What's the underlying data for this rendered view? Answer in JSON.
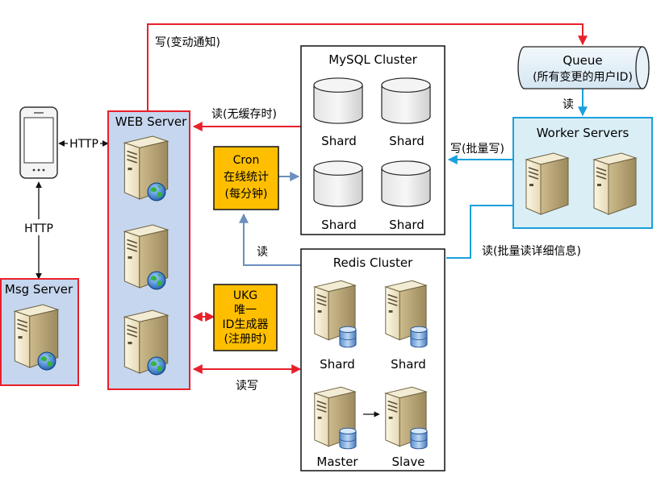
{
  "texts": {
    "web_server": "WEB Server",
    "msg_server": "Msg Server",
    "mysql_cluster": "MySQL Cluster",
    "redis_cluster": "Redis Cluster",
    "queue_title": "Queue",
    "queue_sub": "(所有变更的用户ID)",
    "worker_servers": "Worker Servers",
    "cron_l1": "Cron",
    "cron_l2": "在线统计",
    "cron_l3": "(每分钟)",
    "ukg_l1": "UKG",
    "ukg_l2": "唯一",
    "ukg_l3": "ID生成器",
    "ukg_l4": "(注册时)",
    "shard": "Shard",
    "master": "Master",
    "slave": "Slave",
    "http": "HTTP",
    "lbl_write_notify": "写(变动通知)",
    "lbl_read_nocache": "读(无缓存时)",
    "lbl_read": "读",
    "lbl_write_batch": "写(批量写)",
    "lbl_read_batch_detail": "读(批量读详细信息)",
    "lbl_read_write": "读写"
  },
  "colors": {
    "red": "#e8202a",
    "blue": "#1aa0dc",
    "steel": "#6a8fbf",
    "web_fill": "#c6d6ee",
    "orange": "#ffbf00",
    "worker_fill": "#daeef6"
  }
}
